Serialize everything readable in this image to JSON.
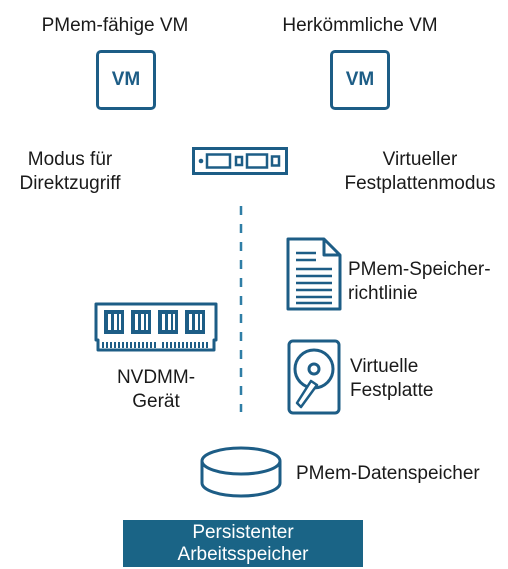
{
  "colors": {
    "accent": "#1d5d86",
    "bar": "#1a6486",
    "divider": "#2f7ea6",
    "text": "#1a1a1a"
  },
  "vm_pmem": {
    "title": "PMem-fähige VM",
    "box": "VM"
  },
  "vm_legacy": {
    "title": "Herkömmliche VM",
    "box": "VM"
  },
  "direct_mode": {
    "line1": "Modus für",
    "line2": "Direktzugriff"
  },
  "virtual_disk_mode": {
    "line1": "Virtueller",
    "line2": "Festplattenmodus"
  },
  "policy": {
    "line1": "PMem-Speicher-",
    "line2": "richtlinie",
    "icon": "document-icon"
  },
  "nvdimm": {
    "line1": "NVDMM-",
    "line2": "Gerät",
    "icon": "memory-module-icon"
  },
  "virtual_disk": {
    "line1": "Virtuelle",
    "line2": "Festplatte",
    "icon": "hard-disk-icon"
  },
  "datastore": {
    "label": "PMem-Datenspeicher",
    "icon": "datastore-icon"
  },
  "persistent_memory": {
    "line1": "Persistenter",
    "line2": "Arbeitsspeicher"
  },
  "host": {
    "icon": "server-icon"
  }
}
